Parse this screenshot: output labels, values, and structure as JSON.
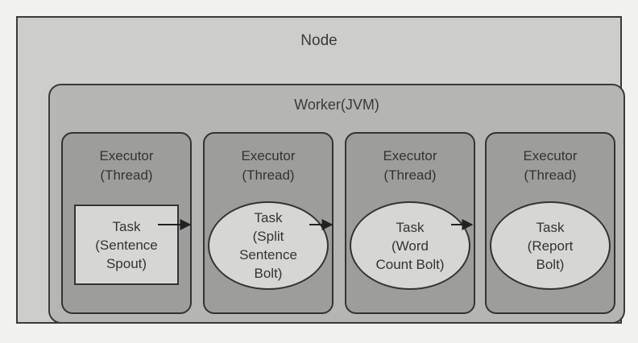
{
  "node": {
    "label": "Node"
  },
  "worker": {
    "label": "Worker(JVM)"
  },
  "executors": [
    {
      "label": "Executor",
      "sublabel": "(Thread)",
      "task": {
        "lines": [
          "Task",
          "(Sentence",
          "Spout)"
        ],
        "shape": "rectangle"
      }
    },
    {
      "label": "Executor",
      "sublabel": "(Thread)",
      "task": {
        "lines": [
          "Task",
          "(Split",
          "Sentence",
          "Bolt)"
        ],
        "shape": "ellipse"
      }
    },
    {
      "label": "Executor",
      "sublabel": "(Thread)",
      "task": {
        "lines": [
          "Task",
          "(Word",
          "Count Bolt)"
        ],
        "shape": "ellipse"
      }
    },
    {
      "label": "Executor",
      "sublabel": "(Thread)",
      "task": {
        "lines": [
          "Task",
          "(Report",
          "Bolt)"
        ],
        "shape": "ellipse"
      }
    }
  ],
  "colors": {
    "node_fill": "#cdcdcb",
    "worker_fill": "#b5b5b3",
    "executor_fill": "#9d9d9b",
    "task_fill": "#d6d6d4",
    "stroke": "#333333"
  }
}
